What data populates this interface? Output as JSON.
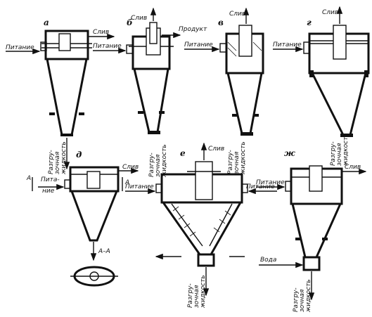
{
  "variants": {
    "a": {
      "letter": "а",
      "feed": "Питание",
      "overflow": "Слив",
      "underflow_1": "Разгру-",
      "underflow_2": "зочная",
      "underflow_3": "жидкость"
    },
    "b": {
      "letter": "б",
      "feed": "Питание",
      "overflow": "Слив",
      "product": "Продукт",
      "underflow_1": "Разгру-",
      "underflow_2": "зочная",
      "underflow_3": "жидкость"
    },
    "c": {
      "letter": "в",
      "feed": "Питание",
      "overflow": "Слив",
      "underflow_1": "Разгру-",
      "underflow_2": "зочная",
      "underflow_3": "жидкость"
    },
    "d": {
      "letter": "г",
      "feed": "Питание",
      "overflow": "Слив",
      "underflow_1": "Разгру-",
      "underflow_2": "зочная",
      "underflow_3": "жидкость"
    },
    "e": {
      "letter": "д",
      "feed_1": "Пита-",
      "feed_2": "ние",
      "overflow": "Слив",
      "section_mark": "A",
      "section_label": "A–A"
    },
    "f": {
      "letter": "е",
      "feed_left": "Питание",
      "feed_right": "Питание",
      "overflow": "Слив",
      "underflow_1": "Разгру-",
      "underflow_2": "зочная",
      "underflow_3": "жидкость"
    },
    "g": {
      "letter": "ж",
      "feed": "Питание",
      "overflow": "Слив",
      "water": "Вода",
      "underflow_1": "Разгру-",
      "underflow_2": "зочная",
      "underflow_3": "жидкость"
    }
  }
}
